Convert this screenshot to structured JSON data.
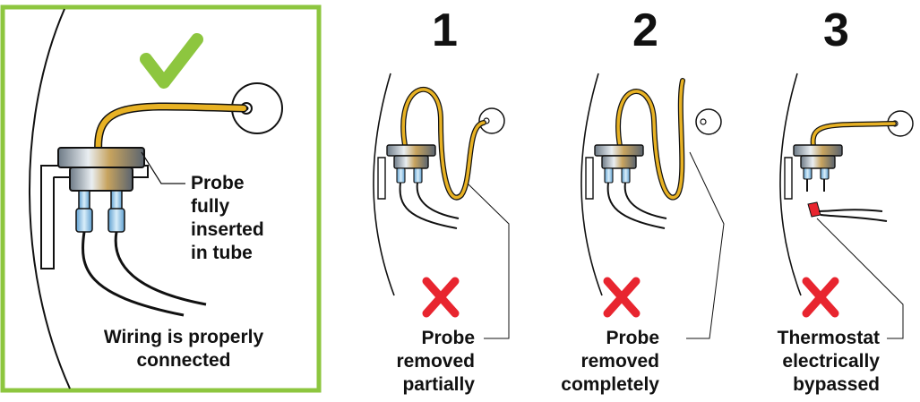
{
  "colors": {
    "panel_border": "#8dc63f",
    "check": "#8dc63f",
    "cross": "#e8252f",
    "probe_wire": "#e8b224",
    "outline": "#111111",
    "pin": "#8ec5e6"
  },
  "icons": {
    "correct": "check-mark-icon",
    "wrong": "cross-mark-icon"
  },
  "correct_panel": {
    "probe_label": [
      "Probe",
      "fully",
      "inserted",
      "in tube"
    ],
    "wiring_label": [
      "Wiring is properly",
      "connected"
    ]
  },
  "scenarios": [
    {
      "number": "1",
      "label": [
        "Probe",
        "removed",
        "partially"
      ]
    },
    {
      "number": "2",
      "label": [
        "Probe",
        "removed",
        "completely"
      ]
    },
    {
      "number": "3",
      "label": [
        "Thermostat",
        "electrically",
        "bypassed"
      ]
    }
  ]
}
